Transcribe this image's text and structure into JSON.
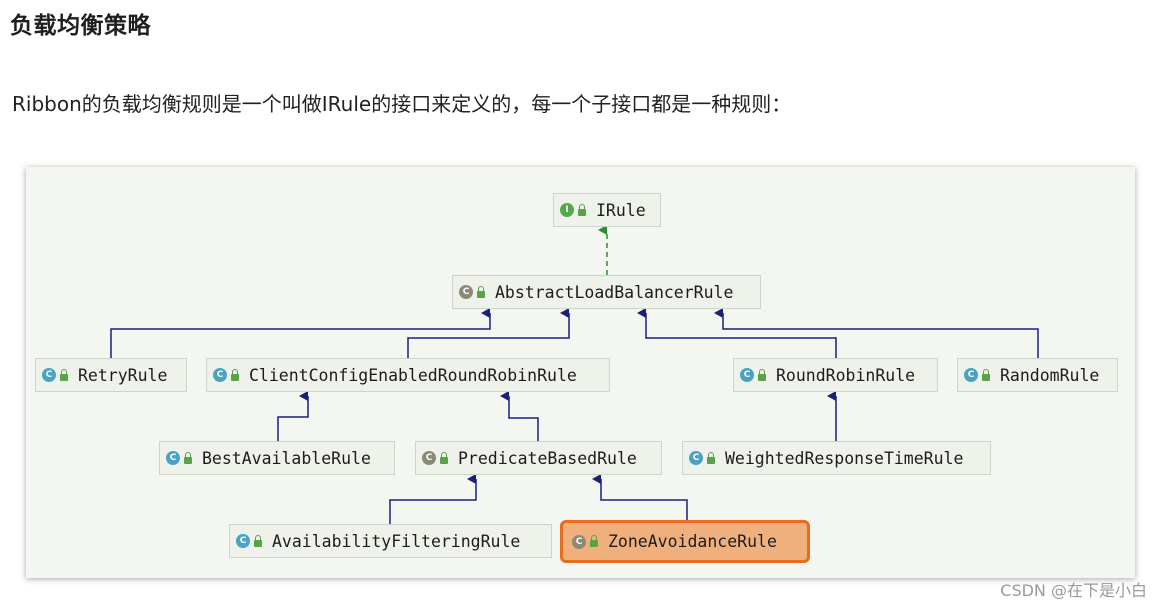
{
  "heading": "负载均衡策略",
  "intro_text": "Ribbon的负载均衡规则是一个叫做IRule的接口来定义的，每一个子接口都是一种规则：",
  "diagram": {
    "nodes": {
      "irule": {
        "label": "IRule",
        "badge": "I"
      },
      "abstract": {
        "label": "AbstractLoadBalancerRule",
        "badge": "C"
      },
      "retry": {
        "label": "RetryRule",
        "badge": "C"
      },
      "clientconfig": {
        "label": "ClientConfigEnabledRoundRobinRule",
        "badge": "C"
      },
      "roundrobin": {
        "label": "RoundRobinRule",
        "badge": "C"
      },
      "random": {
        "label": "RandomRule",
        "badge": "C"
      },
      "bestavailable": {
        "label": "BestAvailableRule",
        "badge": "C"
      },
      "predicate": {
        "label": "PredicateBasedRule",
        "badge": "C"
      },
      "weighted": {
        "label": "WeightedResponseTimeRule",
        "badge": "C"
      },
      "availability": {
        "label": "AvailabilityFilteringRule",
        "badge": "C"
      },
      "zone": {
        "label": "ZoneAvoidanceRule",
        "badge": "C",
        "highlighted": true
      }
    },
    "colors": {
      "inheritance_edge": "#1a1f7a",
      "implements_edge": "#2e8b2e",
      "highlight_border": "#ec6a1c",
      "highlight_fill": "#f0b07e"
    }
  },
  "watermark": "CSDN @在下是小白"
}
